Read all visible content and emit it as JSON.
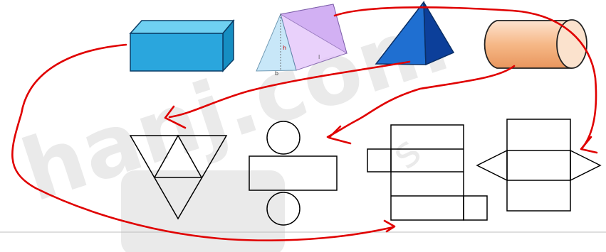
{
  "watermark": {
    "text": "hanj.com",
    "text2": "s"
  },
  "shapes3d": [
    {
      "name": "rectangular-prism",
      "color": "#2aa6dd"
    },
    {
      "name": "triangular-prism",
      "color": "#c9a3f0",
      "labels": {
        "h": "h",
        "l": "l",
        "b": "b"
      }
    },
    {
      "name": "pyramid",
      "color": "#1f6fd1"
    },
    {
      "name": "cylinder",
      "color": "#f6b887"
    }
  ],
  "nets": [
    {
      "name": "pyramid-net"
    },
    {
      "name": "cylinder-net"
    },
    {
      "name": "rectangular-prism-net"
    },
    {
      "name": "triangular-prism-net"
    }
  ],
  "colors": {
    "arrow": "#e00000",
    "outline": "#000000"
  }
}
